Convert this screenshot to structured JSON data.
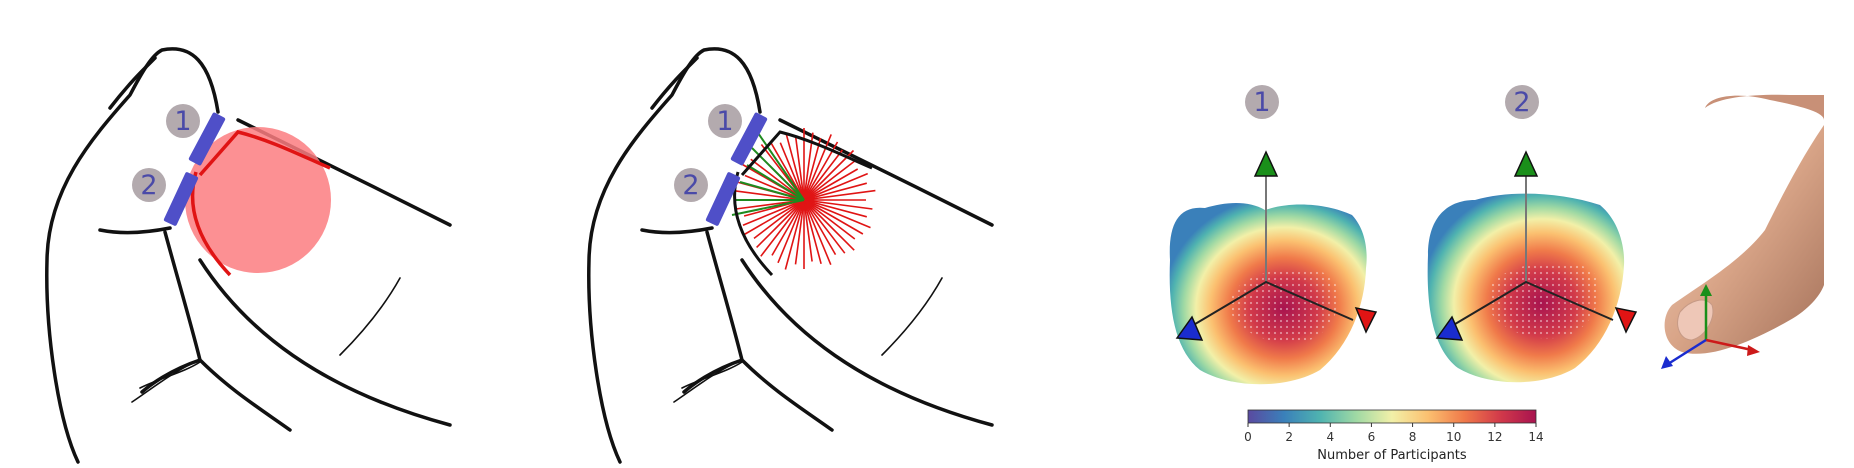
{
  "figure": {
    "markers": [
      "1",
      "2"
    ],
    "colorbar": {
      "title": "Number of Participants",
      "ticks": [
        "0",
        "2",
        "4",
        "6",
        "8",
        "10",
        "12",
        "14"
      ],
      "min": 0,
      "max": 14,
      "colors": [
        "#5a4aa0",
        "#3a80ba",
        "#4fb3b0",
        "#9fd9a4",
        "#f2f0a8",
        "#fbc070",
        "#f07a4a",
        "#d23a4a",
        "#a8134f"
      ]
    },
    "colors": {
      "sensor": "#4f4fc8",
      "marker_circle": "#b3aaae",
      "contact": "#e01414",
      "contact_area": "#fb7d80",
      "ray_green": "#1f8a1f",
      "axis_red": "#cc1a1a",
      "axis_green": "#1a8f1a",
      "axis_blue": "#1a2ccf",
      "outline": "#111111"
    }
  }
}
